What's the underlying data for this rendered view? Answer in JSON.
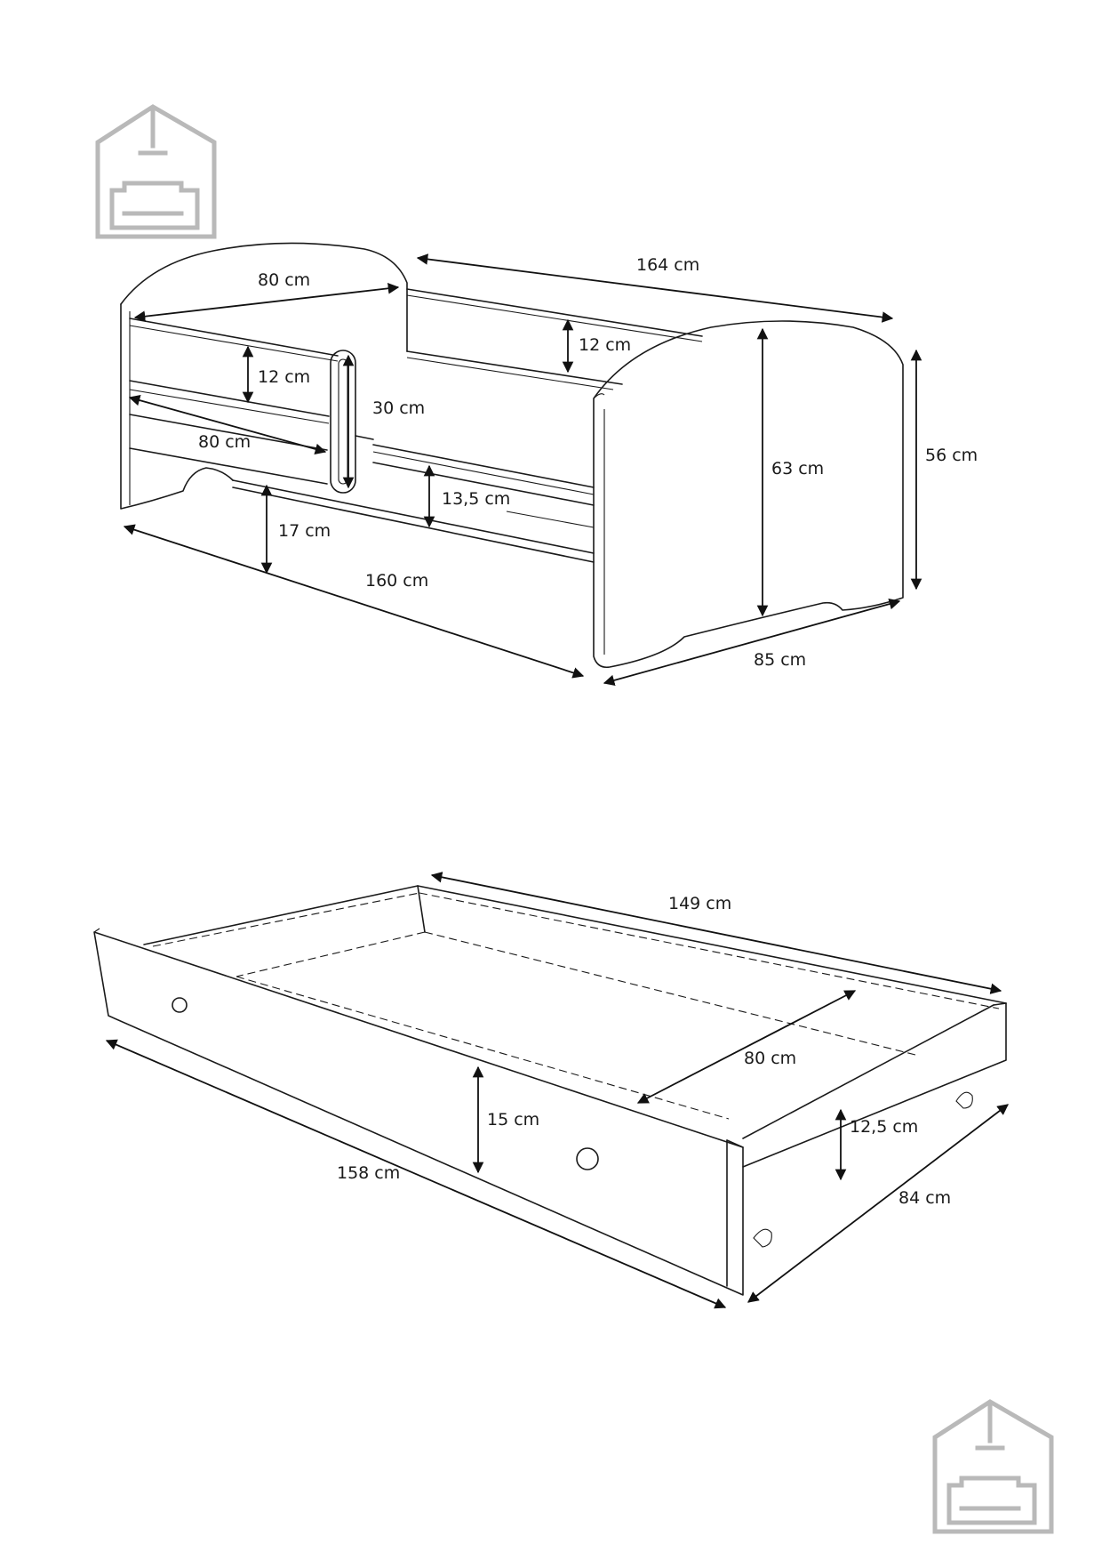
{
  "bed": {
    "headboard_width": "80 cm",
    "total_length": "164 cm",
    "back_rail_height": "12 cm",
    "front_rail_height": "12 cm",
    "guard_height": "30 cm",
    "guard_length": "80 cm",
    "side_height": "13,5 cm",
    "floor_clearance": "17 cm",
    "frame_length": "160 cm",
    "headboard_height": "63 cm",
    "footboard_height": "56 cm",
    "depth": "85 cm"
  },
  "drawer": {
    "inner_length": "149 cm",
    "inner_width": "80 cm",
    "front_height": "15 cm",
    "side_height": "12,5  cm",
    "outer_length": "158 cm",
    "outer_width": "84 cm"
  },
  "icons": [
    "home-furniture-logo-icon",
    "home-furniture-logo-icon"
  ],
  "colors": {
    "line": "#1a1a1a",
    "logo": "#b9b9b9",
    "background": "#ffffff"
  }
}
